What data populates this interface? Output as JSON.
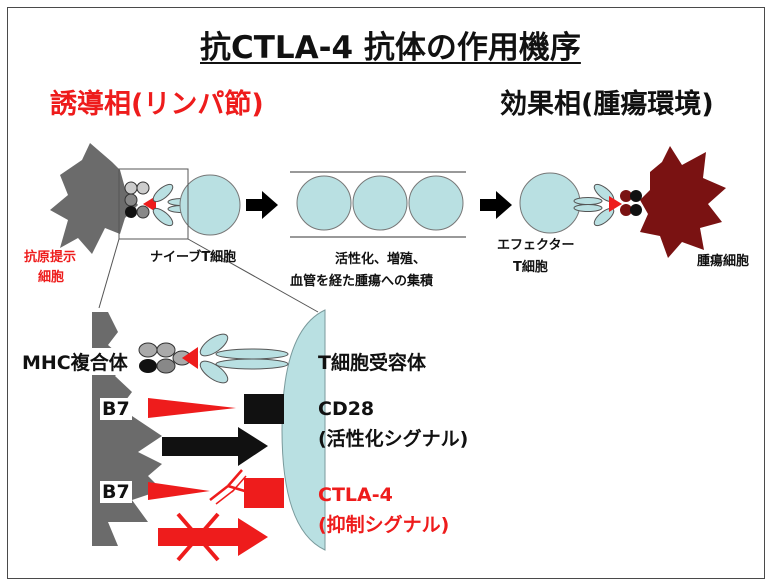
{
  "title": "抗CTLA-4 抗体の作用機序",
  "phase_induction": "誘導相(リンパ節)",
  "phase_effector": "効果相(腫瘍環境)",
  "top_labels": {
    "apc": [
      "抗原提示",
      "細胞"
    ],
    "naive_t": "ナイーブT細胞",
    "activation": [
      "活性化、増殖、",
      "血管を経た腫瘍への集積"
    ],
    "effector_t": [
      "エフェクター",
      "T細胞"
    ],
    "tumor": "腫瘍細胞"
  },
  "detail_labels": {
    "mhc": "MHC複合体",
    "tcr": "T細胞受容体",
    "b7_1": "B7",
    "b7_2": "B7",
    "cd28": [
      "CD28",
      "(活性化シグナル)"
    ],
    "ctla4": [
      "CTLA-4",
      "(抑制シグナル)"
    ]
  },
  "colors": {
    "induction_red": "#ee1c1c",
    "cell_light_blue": "#b9e0e2",
    "apc_gray": "#6b6b6b",
    "tumor_dark_red": "#7a1212"
  }
}
